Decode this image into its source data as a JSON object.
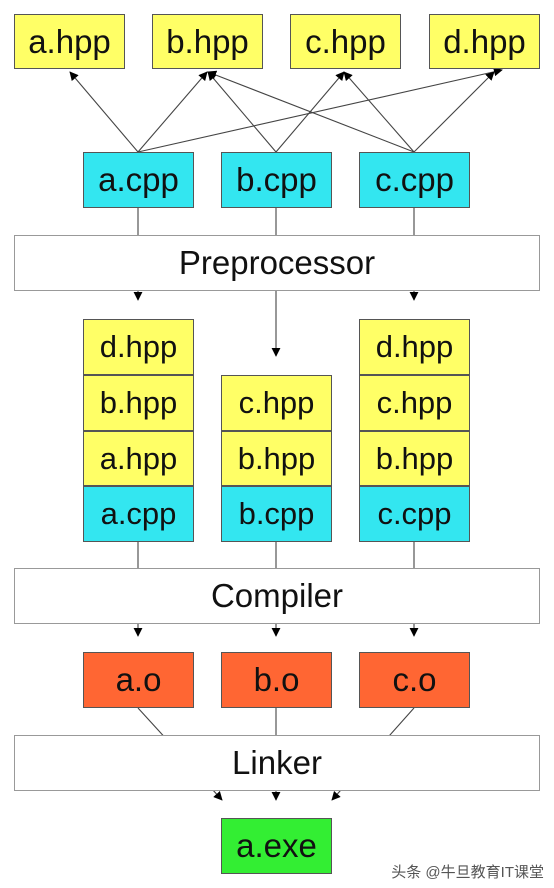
{
  "headers": {
    "a": "a.hpp",
    "b": "b.hpp",
    "c": "c.hpp",
    "d": "d.hpp"
  },
  "sources": {
    "a": "a.cpp",
    "b": "b.cpp",
    "c": "c.cpp"
  },
  "stages": {
    "preprocessor": "Preprocessor",
    "compiler": "Compiler",
    "linker": "Linker"
  },
  "units": {
    "a": [
      "d.hpp",
      "b.hpp",
      "a.hpp",
      "a.cpp"
    ],
    "b": [
      "c.hpp",
      "b.hpp",
      "b.cpp"
    ],
    "c": [
      "d.hpp",
      "c.hpp",
      "b.hpp",
      "c.cpp"
    ]
  },
  "objects": {
    "a": "a.o",
    "b": "b.o",
    "c": "c.o"
  },
  "output": "a.exe",
  "watermark": "头条 @牛旦教育IT课堂",
  "colors": {
    "header": "#ffff66",
    "source": "#33e6f0",
    "object": "#ff6633",
    "executable": "#33ee33"
  }
}
